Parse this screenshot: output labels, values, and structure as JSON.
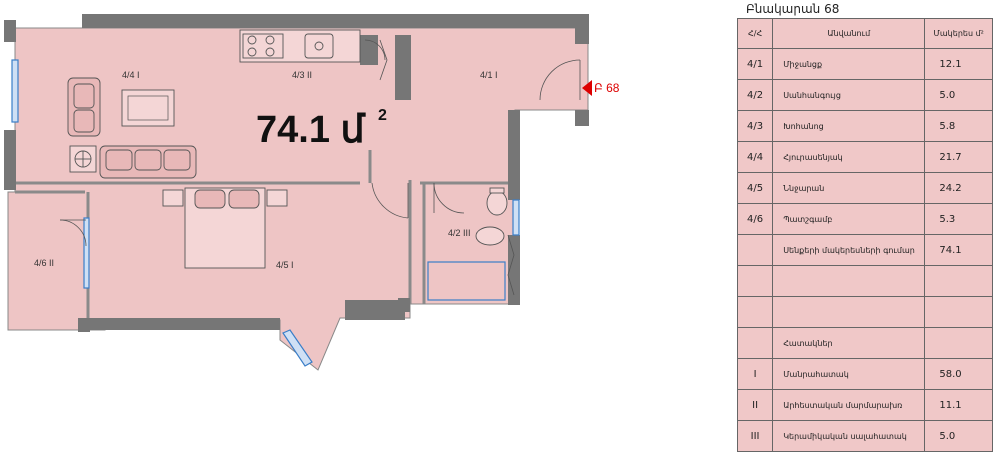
{
  "plan": {
    "total_area": "74.1 մ",
    "total_area_sup": "2",
    "apartment_marker": "Բ 68",
    "room_labels": [
      "4/4 I",
      "4/3 II",
      "4/1 I",
      "4/5 I",
      "4/2 III",
      "4/6 II"
    ]
  },
  "table": {
    "title": "Բնակարան 68",
    "headers": [
      "Հ/Հ",
      "Անվանում",
      "Մակերես մ²"
    ],
    "rows": [
      [
        "4/1",
        "Միջանցք",
        "12.1"
      ],
      [
        "4/2",
        "Սանհանգույց",
        "5.0"
      ],
      [
        "4/3",
        "Խոհանոց",
        "5.8"
      ],
      [
        "4/4",
        "Հյուրասենյակ",
        "21.7"
      ],
      [
        "4/5",
        "Ննջարան",
        "24.2"
      ],
      [
        "4/6",
        "Պատշգամբ",
        "5.3"
      ],
      [
        "",
        "Սենքերի մակերեսների գումար",
        "74.1"
      ],
      [
        "",
        "",
        ""
      ],
      [
        "",
        "",
        ""
      ],
      [
        "",
        "Հատակներ",
        ""
      ],
      [
        "I",
        "Մանրահատակ",
        "58.0"
      ],
      [
        "II",
        "Արհեստական մարմարախռ",
        "11.1"
      ],
      [
        "III",
        "Կերամիկական սալահատակ",
        "5.0"
      ]
    ]
  },
  "colors": {
    "room_fill": "#eec5c5",
    "wall": "#767676",
    "marker": "#dd0000",
    "window": "#3a7ec8"
  }
}
